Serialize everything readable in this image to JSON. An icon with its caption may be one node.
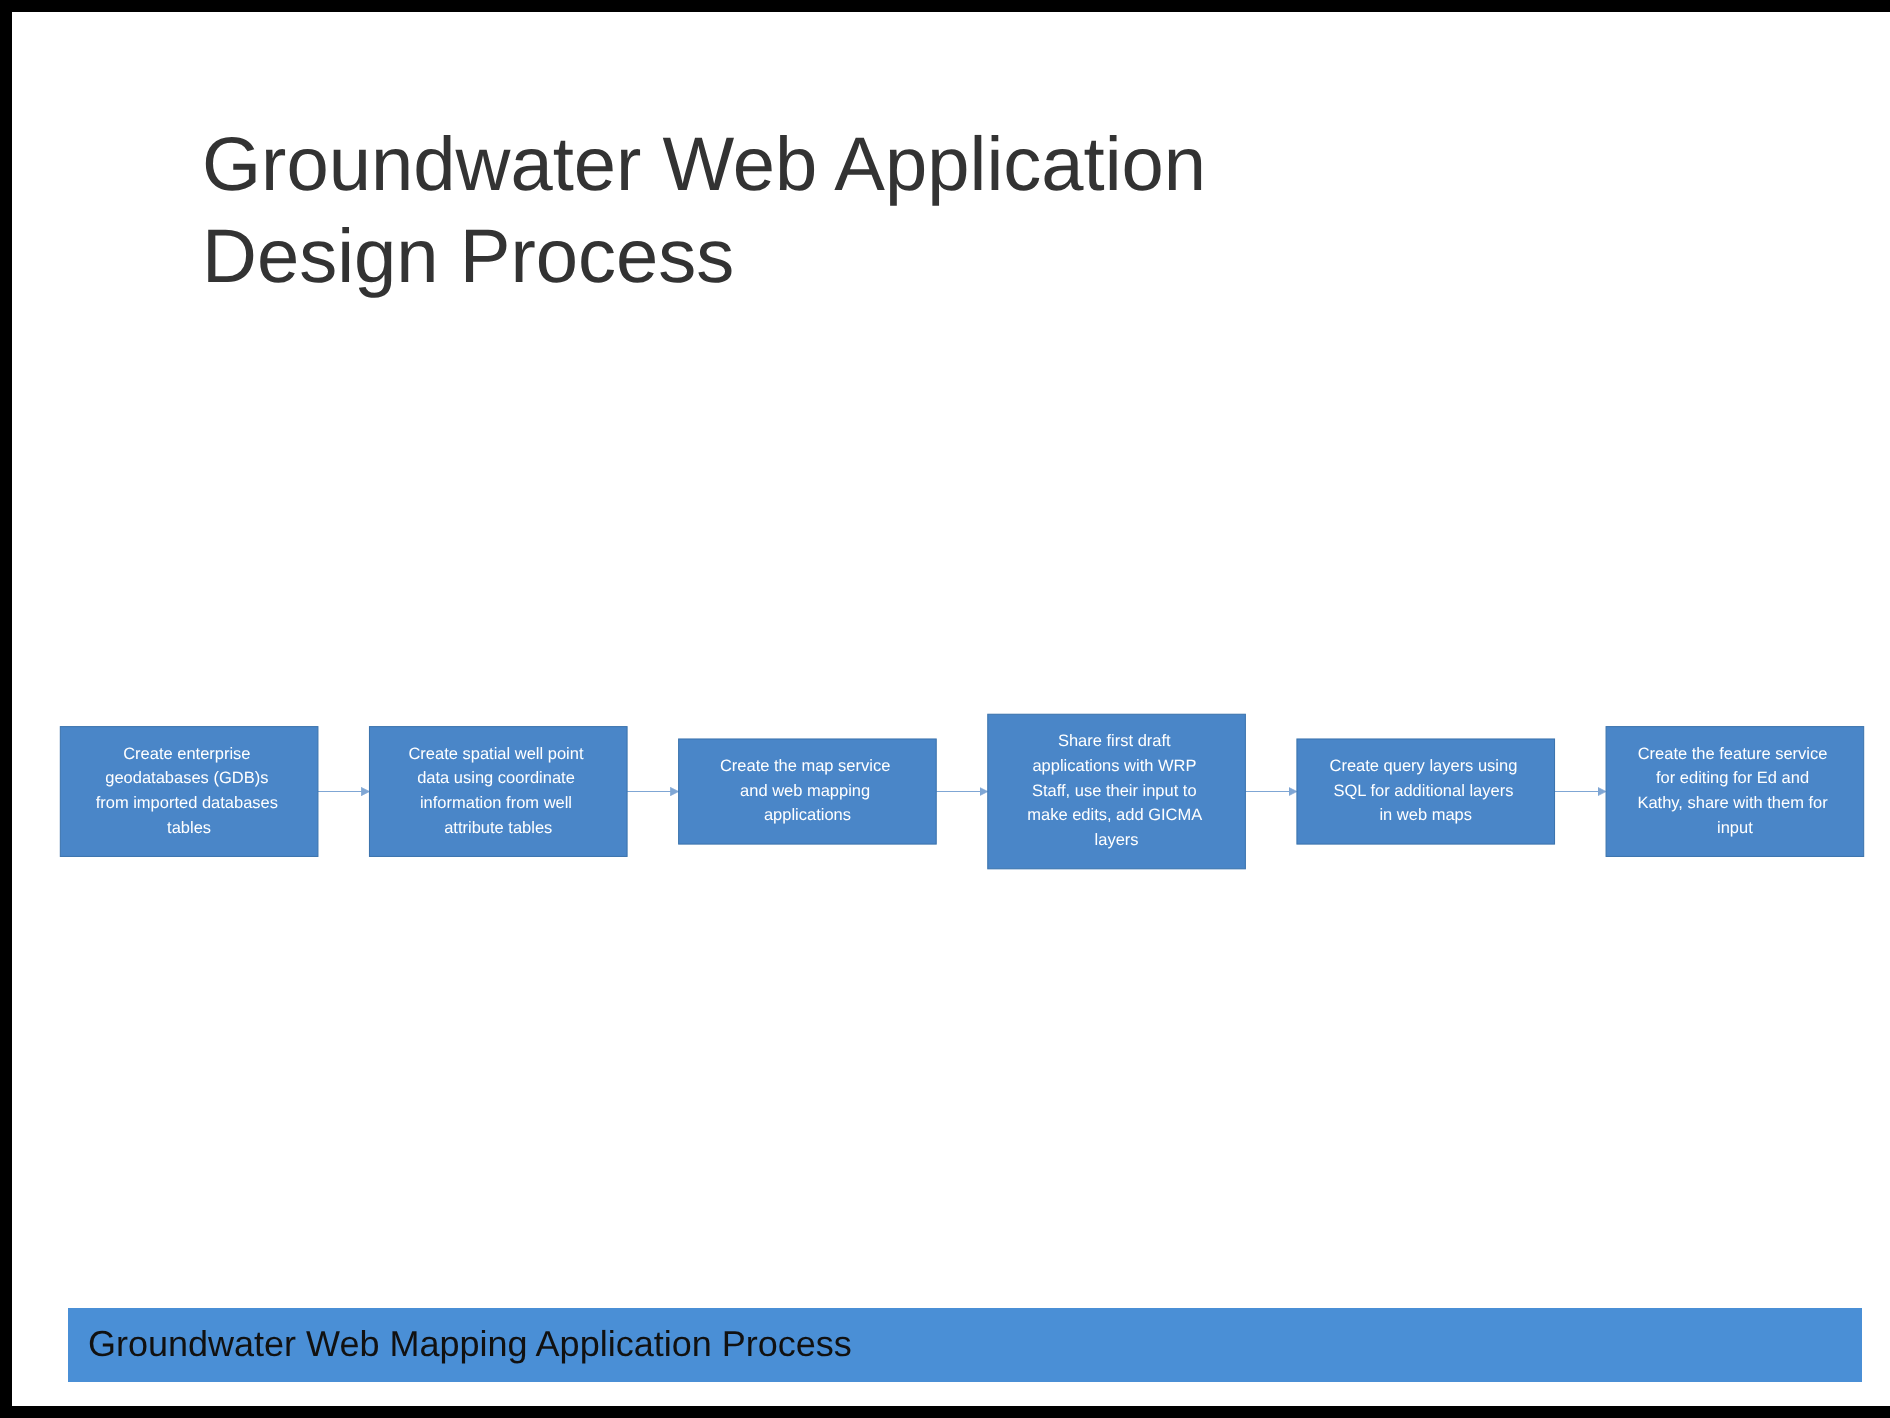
{
  "diagram": {
    "title": "Groundwater Web Application Design Process",
    "nodes": [
      {
        "text": [
          "Create enterprise geodatabases (GDB)s from imported databases tables"
        ]
      },
      {
        "text": [
          "Create spatial well point data using coordinate information from well attribute tables"
        ]
      },
      {
        "text": [
          "Create the map service and web mapping applications"
        ]
      },
      {
        "text": [
          "Share first draft applications with WRP Staff, use their input to make edits, add GICMA layers"
        ]
      },
      {
        "text": [
          "Create query layers using SQL for additional layers in web maps"
        ]
      },
      {
        "text": [
          "Create the feature service for editing for Ed and Kathy, share with them for input"
        ]
      }
    ],
    "edges": [
      {
        "from": 0,
        "to": 1,
        "arrow": "to"
      },
      {
        "from": 1,
        "to": 2,
        "arrow": "to"
      },
      {
        "from": 2,
        "to": 3,
        "arrow": "to"
      },
      {
        "from": 3,
        "to": 4,
        "arrow": "to"
      },
      {
        "from": 4,
        "to": 5,
        "arrow": "to"
      }
    ],
    "labels": [
      "Groundwater Web Mapping Application Process"
    ]
  }
}
